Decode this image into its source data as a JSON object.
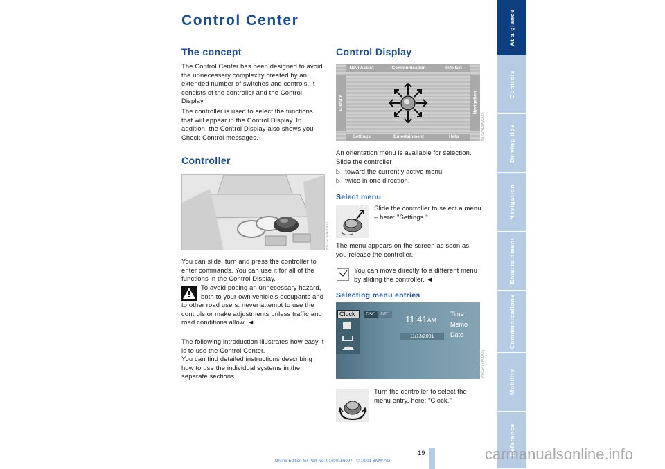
{
  "page_title": "Control Center",
  "concept": {
    "heading": "The concept",
    "paragraphs": [
      "The Control Center has been designed to avoid the unnecessary complexity created by an extended number of switches and controls. It consists of the controller and the Control Display.",
      "The controller is used to select the functions that will appear in the Control Display. In addition, the Control Display also shows you Check Control messages."
    ]
  },
  "controller": {
    "heading": "Controller",
    "image_code": "W032416A0DUS",
    "intro": "You can slide, turn and press the controller to enter commands. You can use it for all of the functions in the Control Display.",
    "warning": "To avoid posing an unnecessary hazard, both to your own vehicle's occupants and to other road users: never attempt to use the controls or make adjustments unless traffic and road conditions allow.",
    "end_mark": "◄",
    "para2": "The following introduction illustrates how easy it is to use the Control Center.",
    "para3": "You can find detailed instructions describing how to use the individual systems in the separate sections."
  },
  "control_display": {
    "heading": "Control Display",
    "image_code": "W032416A0DUS",
    "menu": {
      "top_left": "Navi Assist",
      "top": "Communication",
      "top_right": "Info Ext",
      "left": "Climate",
      "right": "Navigation",
      "bottom_left": "Settings",
      "bottom": "Entertainment",
      "bottom_right": "Help"
    },
    "orientation": "An orientation menu is available for selection. Slide the controller",
    "bullets": [
      "toward the currently active menu",
      "twice in one direction."
    ],
    "bullet_marker": "▷"
  },
  "select_menu": {
    "heading": "Select menu",
    "text": "Slide the controller to select a menu – here: \"Settings.\"",
    "after": "The menu appears on the screen as soon as you release the controller.",
    "note": "You can move directly to a different menu by sliding the controller.",
    "end_mark": "◄"
  },
  "selecting_entries": {
    "heading": "Selecting menu entries",
    "image_code": "W032417A0DUS",
    "screen": {
      "clock_label": "Clock",
      "tab1": "DSC",
      "tab2": "DTC",
      "time_big": "11:41",
      "time_ampm": "AM",
      "date": "11/13/2001",
      "menu": [
        "Time",
        "Memo",
        "Date"
      ]
    },
    "text": "Turn the controller to select the menu entry, here: \"Clock.\""
  },
  "tabs": [
    "At a glance",
    "Controls",
    "Driving tips",
    "Navigation",
    "Entertainment",
    "Communications",
    "Mobility",
    "Reference"
  ],
  "page_number": "19",
  "footer": "Online Edition for Part No. 01400156097 - © 10/01 BMW AG",
  "watermark": "carmanualsonline.info",
  "colors": {
    "heading": "#1b4e8f",
    "tab_active": "#0d3f7e",
    "tab": "#b6cce4"
  }
}
